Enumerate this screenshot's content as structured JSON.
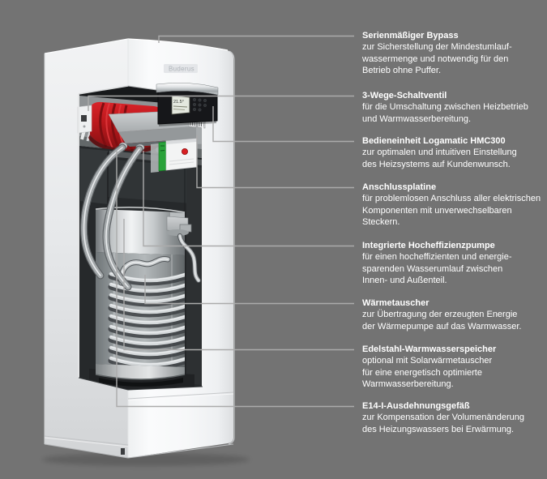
{
  "illustration": {
    "brand_logo": "Buderus",
    "display_screen_text": "21.5°",
    "colors": {
      "background": "#737373",
      "text": "#ffffff",
      "callout_line": "#ababab",
      "cabinet_white": "#f5f6f7",
      "accent_red": "#c21a1c",
      "led_red": "#d81f22",
      "pcb_green": "#2aa23a",
      "insulation_dark": "#26292b",
      "tank_silver": "#c8ccce"
    }
  },
  "callouts": [
    {
      "title": "Serienmäßiger Bypass",
      "body": "zur Sicherstellung der Mindestumlauf-\nwassermenge und notwendig für den\nBetrieb ohne Puffer."
    },
    {
      "title": "3-Wege-Schaltventil",
      "body": "für die Umschaltung zwischen Heizbetrieb\nund Warmwasserbereitung."
    },
    {
      "title": "Bedieneinheit Logamatic HMC300",
      "body": "zur optimalen und intuitiven Einstellung\ndes Heizsystems auf Kundenwunsch."
    },
    {
      "title": "Anschlussplatine",
      "body": "für problemlosen Anschluss aller elektrischen\nKomponenten mit unverwechselbaren\nSteckern."
    },
    {
      "title": "Integrierte Hocheffizienzpumpe",
      "body": "für einen hocheffizienten und energie-\nsparenden Wasserumlauf zwischen\nInnen- und Außenteil."
    },
    {
      "title": "Wärmetauscher",
      "body": "zur Übertragung der erzeugten Energie\nder Wärmepumpe auf das Warmwasser."
    },
    {
      "title": "Edelstahl-Warmwasserspeicher",
      "body": "optional mit Solarwärmetauscher\nfür eine energetisch optimierte\nWarmwasserbereitung."
    },
    {
      "title": "E14-I-Ausdehnungsgefäß",
      "body": "zur Kompensation der Volumenänderung\ndes Heizungswassers bei Erwärmung."
    }
  ]
}
